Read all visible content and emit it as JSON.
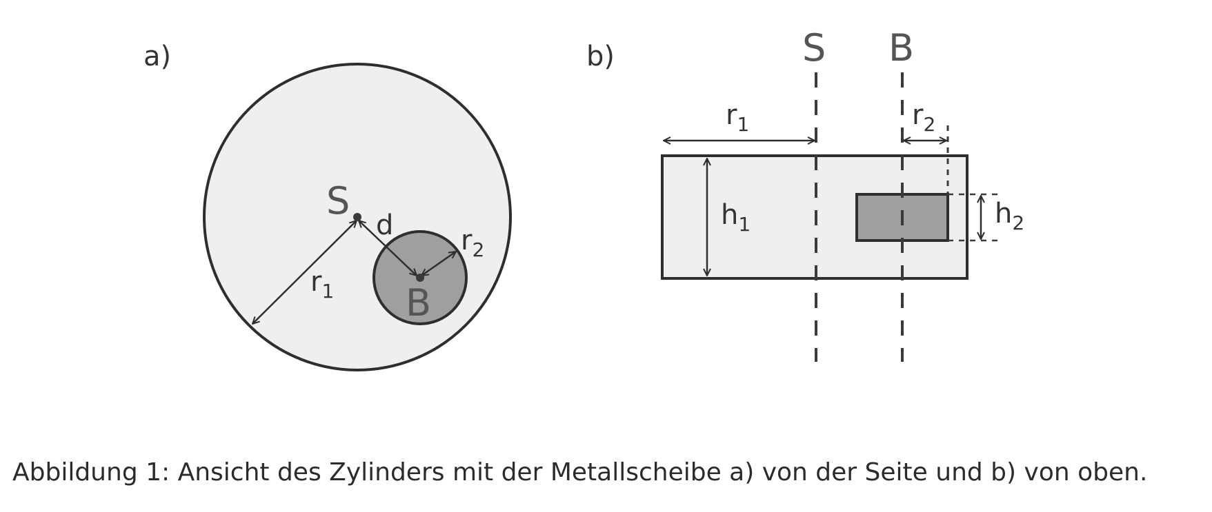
{
  "panel_a": {
    "label": "a)",
    "center_label": "S",
    "body_label": "B",
    "distance_label": "d",
    "radius1": {
      "main": "r",
      "sub": "1"
    },
    "radius2": {
      "main": "r",
      "sub": "2"
    }
  },
  "panel_b": {
    "label": "b)",
    "axis_s_label": "S",
    "axis_b_label": "B",
    "radius1": {
      "main": "r",
      "sub": "1"
    },
    "radius2": {
      "main": "r",
      "sub": "2"
    },
    "height1": {
      "main": "h",
      "sub": "1"
    },
    "height2": {
      "main": "h",
      "sub": "2"
    }
  },
  "colors": {
    "cylinder_fill": "#efefef",
    "disc_fill": "#9f9f9f",
    "outline": "#2e2e2e"
  },
  "caption": "Abbildung 1: Ansicht des Zylinders mit der Metallscheibe a) von der Seite und b) von oben."
}
